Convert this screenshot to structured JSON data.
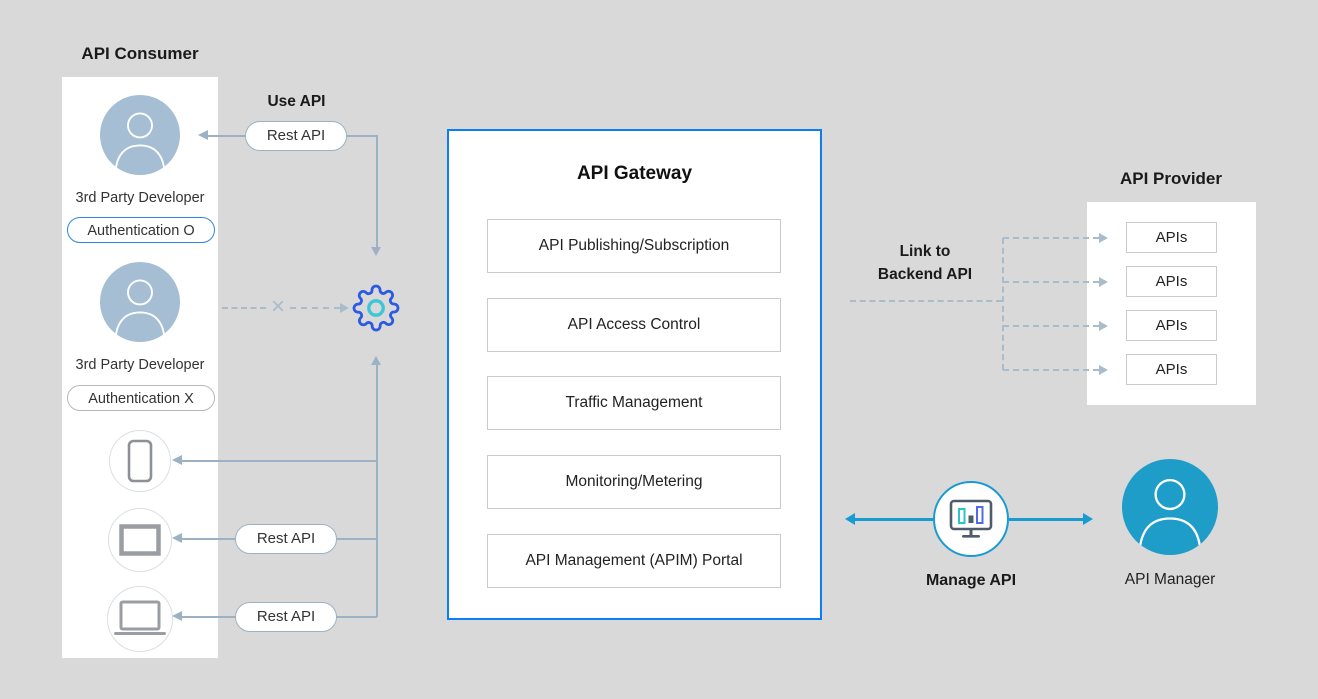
{
  "consumer": {
    "title": "API Consumer",
    "developers": [
      {
        "name": "3rd Party Developer",
        "auth": "Authentication O"
      },
      {
        "name": "3rd Party Developer",
        "auth": "Authentication X"
      }
    ],
    "devices": [
      {
        "icon": "smartphone-icon"
      },
      {
        "icon": "tablet-icon"
      },
      {
        "icon": "laptop-icon"
      }
    ]
  },
  "flow": {
    "use_api": "Use API",
    "rest_api": "Rest API",
    "cross_mark": "×"
  },
  "gateway": {
    "title": "API Gateway",
    "modules": [
      "API Publishing/Subscription",
      "API Access Control",
      "Traffic Management",
      "Monitoring/Metering",
      "API Management (APIM) Portal"
    ]
  },
  "backend_link": {
    "line1": "Link to",
    "line2": "Backend API"
  },
  "provider": {
    "title": "API Provider",
    "apis": [
      "APIs",
      "APIs",
      "APIs",
      "APIs"
    ]
  },
  "manage": {
    "label": "Manage API"
  },
  "manager": {
    "label": "API Manager"
  },
  "colors": {
    "background": "#d9d9d9",
    "gateway_border": "#0b7ef5",
    "auth_ok_border": "#2e86de",
    "solid_line": "#9cb2c4",
    "dashed_line": "#a9bcca",
    "manage_accent": "#189bd2",
    "gear_blue": "#2d5be0",
    "gear_center_cyan": "#3ec6d8",
    "consumer_avatar_fill": "#a5bed3",
    "manager_avatar_fill": "#1f9dc9"
  }
}
